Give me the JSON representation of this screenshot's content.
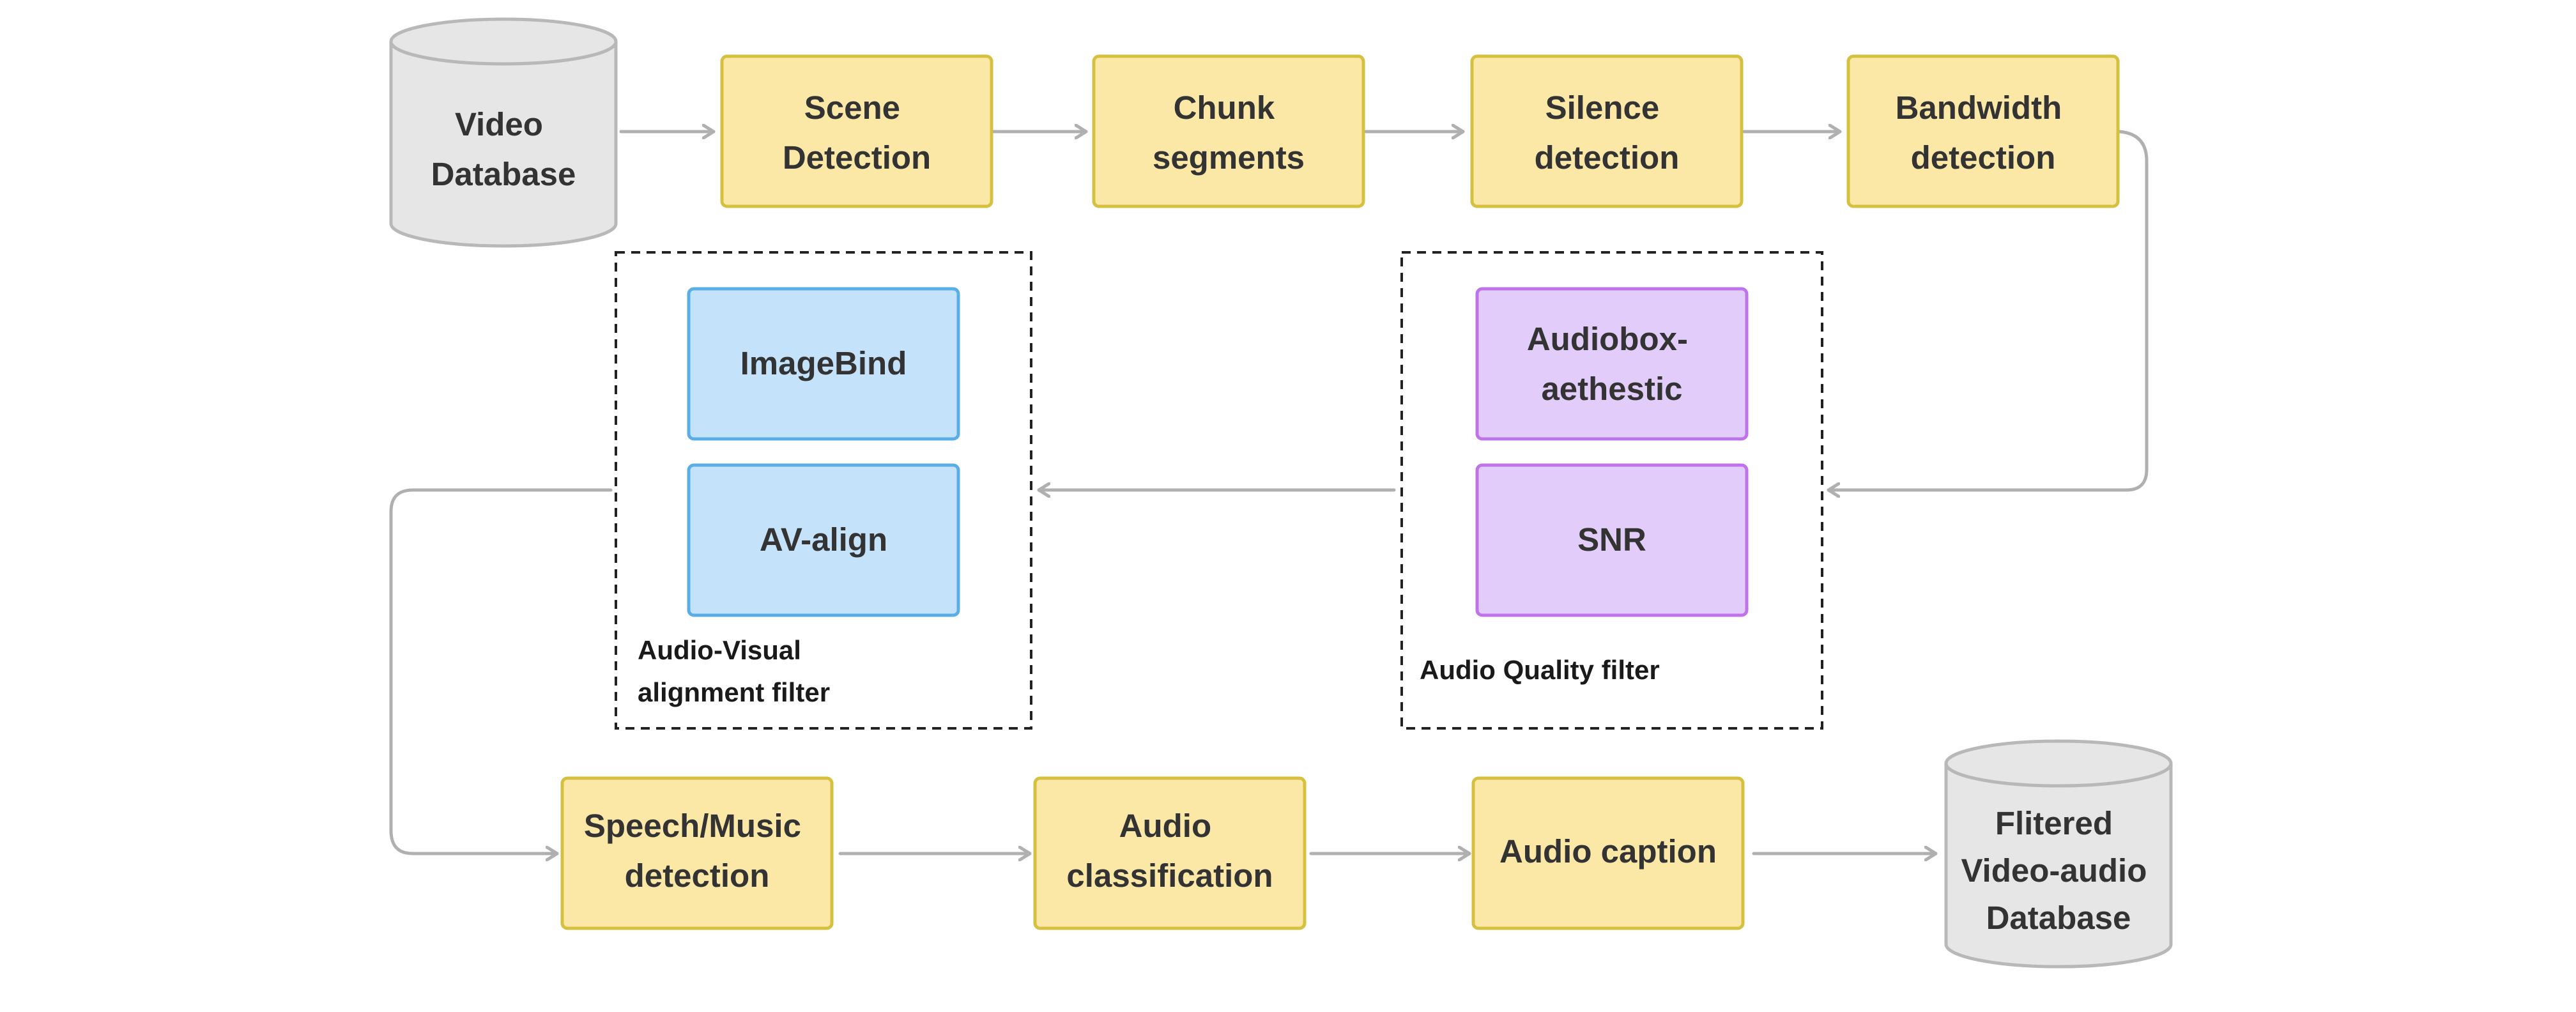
{
  "nodes": {
    "video_database": [
      "Video",
      "Database"
    ],
    "scene_detection": [
      "Scene",
      "Detection"
    ],
    "chunk_segments": [
      "Chunk",
      "segments"
    ],
    "silence_detection": [
      "Silence",
      "detection"
    ],
    "bandwidth_detection": [
      "Bandwidth",
      "detection"
    ],
    "imagebind": [
      "ImageBind"
    ],
    "av_align": [
      "AV-align"
    ],
    "audiobox_aesthetic": [
      "Audiobox-",
      "aethestic"
    ],
    "snr": [
      "SNR"
    ],
    "speech_music_detection": [
      "Speech/Music",
      "detection"
    ],
    "audio_classification": [
      "Audio",
      "classification"
    ],
    "audio_caption": [
      "Audio caption"
    ],
    "filtered_database": [
      "Flitered",
      "Video-audio",
      "Database"
    ]
  },
  "groups": {
    "av_alignment_filter": [
      "Audio-Visual",
      "alignment filter"
    ],
    "audio_quality_filter": [
      "Audio Quality filter"
    ]
  },
  "colors": {
    "process_fill": "#fbe8a6",
    "process_border": "#d6c040",
    "alignment_fill": "#c5e2fb",
    "alignment_border": "#5aaee6",
    "quality_fill": "#e2cdfa",
    "quality_border": "#bf72ea",
    "database_fill": "#e6e6e6",
    "connector": "#b0b0b0"
  }
}
